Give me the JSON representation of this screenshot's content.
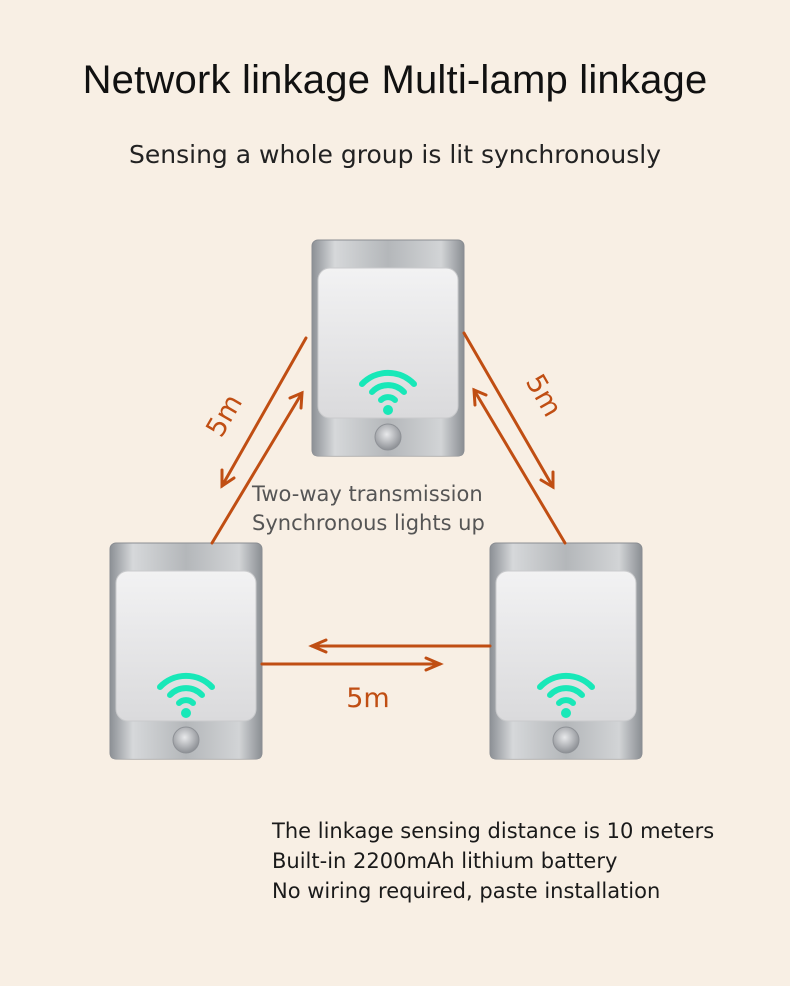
{
  "title": "Network linkage Multi-lamp linkage",
  "subtitle": "Sensing a whole group is lit synchronously",
  "center_text": [
    "Two-way transmission",
    "Synchronous lights up"
  ],
  "distances": {
    "left": "5m",
    "right": "5m",
    "bottom": "5m"
  },
  "features": [
    "The linkage sensing distance is 10 meters",
    "Built-in 2200mAh lithium battery",
    "No wiring required, paste installation"
  ],
  "colors": {
    "background": "#f8efe4",
    "arrow": "#c04e13",
    "wifi": "#18e8b8"
  },
  "icons": [
    "wifi-icon",
    "pir-sensor-icon"
  ]
}
